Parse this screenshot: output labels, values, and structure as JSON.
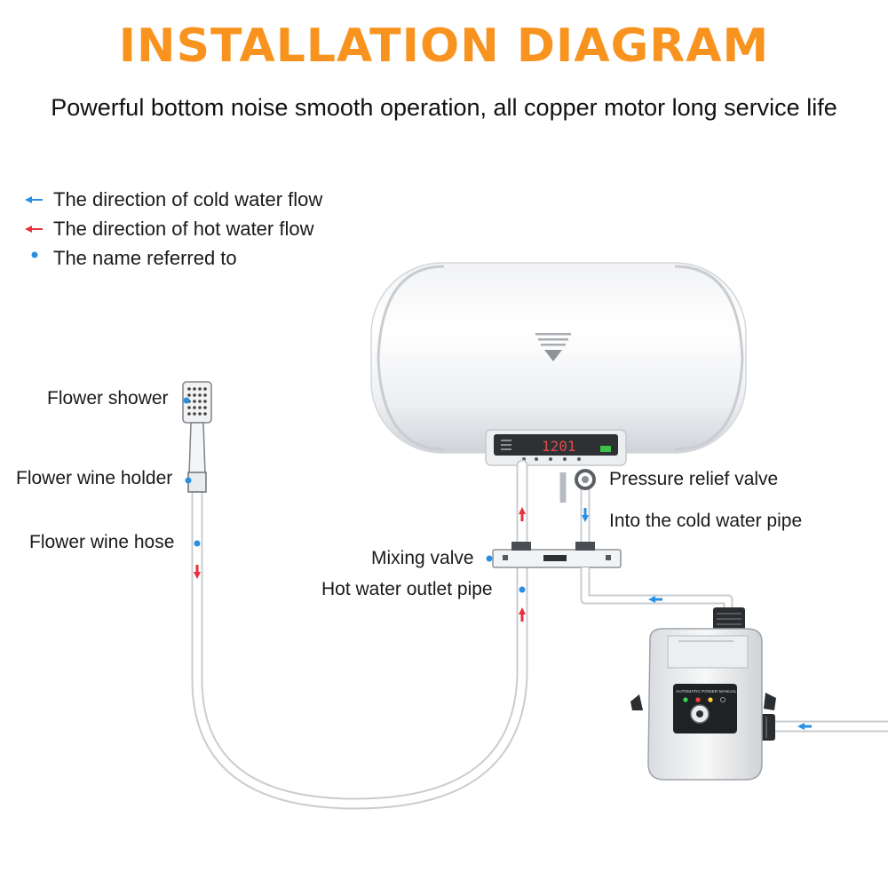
{
  "header": {
    "title": "INSTALLATION DIAGRAM",
    "subtitle": "Powerful bottom noise smooth operation, all copper motor long service life"
  },
  "legend": [
    {
      "symbol": "blue-arrow-icon",
      "text": "The direction of cold water flow",
      "color": "#2a8fe0"
    },
    {
      "symbol": "red-arrow-icon",
      "text": "The direction of hot water flow",
      "color": "#e8303a"
    },
    {
      "symbol": "blue-dot-icon",
      "text": "The name referred to",
      "color": "#2a8fe0"
    }
  ],
  "labels": {
    "flower_shower": "Flower shower",
    "flower_wine_holder": "Flower wine holder",
    "flower_wine_hose": "Flower wine hose",
    "pressure_relief_valve": "Pressure relief valve",
    "into_cold_water_pipe": "Into the cold water pipe",
    "mixing_valve": "Mixing valve",
    "hot_water_outlet_pipe": "Hot water outlet pipe"
  },
  "heater": {
    "display": "1201"
  },
  "pump": {
    "caption": "AUTOMATIC POWER MANUAL"
  },
  "colors": {
    "accent": "#f7931e",
    "cold": "#2a8fe0",
    "hot": "#e8303a",
    "pipe": "#c9cdd1"
  }
}
